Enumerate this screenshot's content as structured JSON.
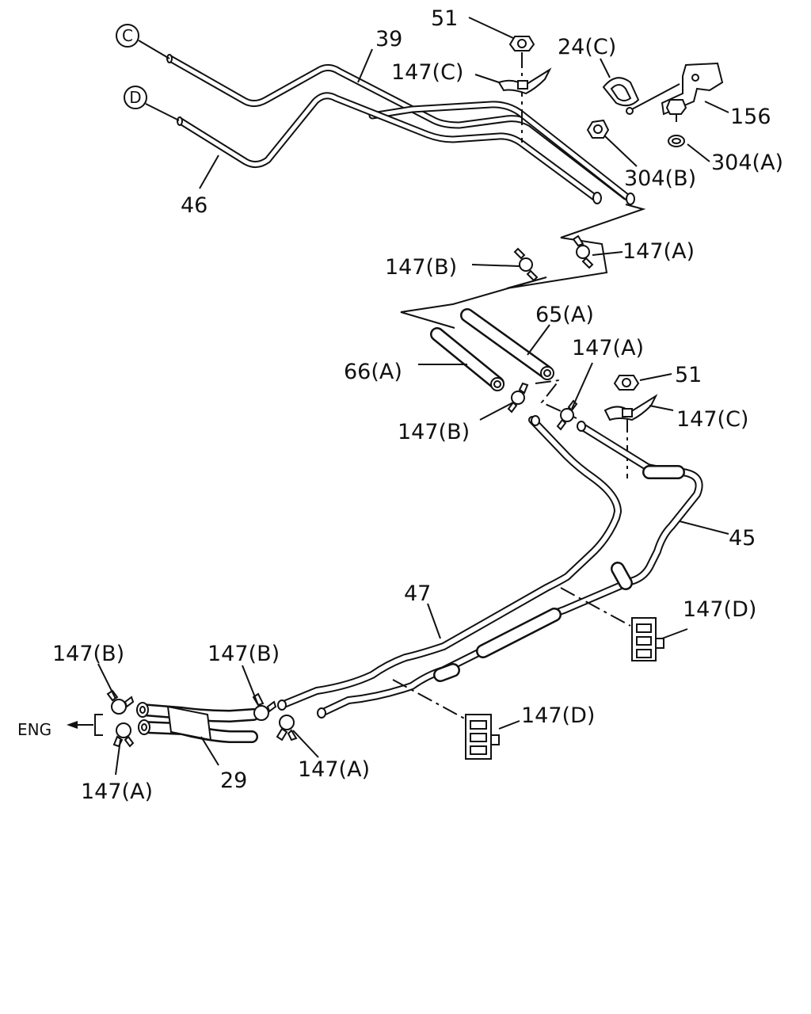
{
  "labels": {
    "p51_top": "51",
    "p39": "39",
    "p147c_top": "147(C)",
    "p24c": "24(C)",
    "p156": "156",
    "p304b": "304(B)",
    "p304a": "304(A)",
    "p46": "46",
    "p147b_upper": "147(B)",
    "p147a_upper": "147(A)",
    "p65a": "65(A)",
    "p66a": "66(A)",
    "p147a_mid": "147(A)",
    "p51_mid": "51",
    "p147c_mid": "147(C)",
    "p147b_mid": "147(B)",
    "p45": "45",
    "p47": "47",
    "p147d_right": "147(D)",
    "p147d_lower": "147(D)",
    "p147b_left": "147(B)",
    "p147b_center": "147(B)",
    "p147a_left": "147(A)",
    "p147a_center": "147(A)",
    "p29": "29",
    "eng": "ENG",
    "ref_c": "C",
    "ref_d": "D"
  },
  "icons": {
    "ref_marker": "circled-letter-icon",
    "hose_clamp": "hose-clamp-icon",
    "pipe_clip": "pipe-clip-icon",
    "nut": "flange-nut-icon",
    "arrow": "direction-arrow-icon"
  }
}
